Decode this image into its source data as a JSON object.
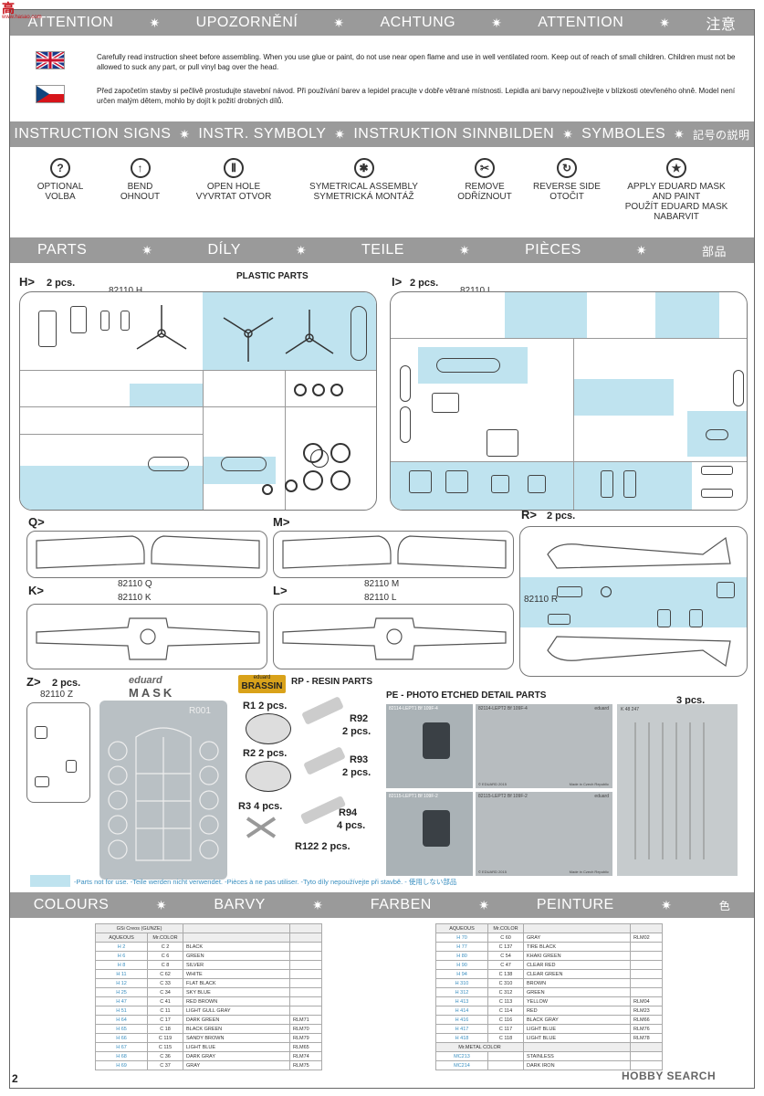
{
  "logo": {
    "text": "高",
    "sub": "www.hasao.com"
  },
  "attention_band": [
    "ATTENTION",
    "UPOZORNĚNÍ",
    "ACHTUNG",
    "ATTENTION",
    "注意"
  ],
  "warnings": {
    "en": "Carefully read instruction sheet before assembling. When you use glue or paint, do not use near open flame and use in well ventilated room. Keep out of reach of small children. Children must not be allowed to suck any part, or pull vinyl bag over the head.",
    "cz": "Před započetím stavby si pečlivě prostudujte stavební návod. Při používání barev a lepidel pracujte v dobře větrané místnosti. Lepidla ani barvy nepoužívejte v blízkosti otevřeného ohně. Model není určen malým dětem, mohlo by dojít k požití drobných dílů."
  },
  "instruction_band": [
    "INSTRUCTION SIGNS",
    "INSTR. SYMBOLY",
    "INSTRUKTION SINNBILDEN",
    "SYMBOLES",
    "記号の説明"
  ],
  "signs": [
    {
      "icon": "question-icon",
      "glyph": "?",
      "l1": "OPTIONAL",
      "l2": "VOLBA",
      "l3": "",
      "l4": ""
    },
    {
      "icon": "bend-icon",
      "glyph": "↑",
      "l1": "BEND",
      "l2": "OHNOUT",
      "l3": "",
      "l4": ""
    },
    {
      "icon": "drill-icon",
      "glyph": "⦀",
      "l1": "OPEN HOLE",
      "l2": "VYVRTAT OTVOR",
      "l3": "",
      "l4": ""
    },
    {
      "icon": "symmetric-icon",
      "glyph": "✱",
      "l1": "SYMETRICAL ASSEMBLY",
      "l2": "SYMETRICKÁ MONTÁŽ",
      "l3": "",
      "l4": ""
    },
    {
      "icon": "remove-icon",
      "glyph": "✂",
      "l1": "REMOVE",
      "l2": "ODŘÍZNOUT",
      "l3": "",
      "l4": ""
    },
    {
      "icon": "reverse-icon",
      "glyph": "↻",
      "l1": "REVERSE SIDE",
      "l2": "OTOČIT",
      "l3": "",
      "l4": ""
    },
    {
      "icon": "mask-icon",
      "glyph": "★",
      "l1": "APPLY EDUARD MASK",
      "l2": "AND PAINT",
      "l3": "POUŽÍT EDUARD MASK",
      "l4": "NABARVIT"
    }
  ],
  "parts_band": [
    "PARTS",
    "DÍLY",
    "TEILE",
    "PIÈCES",
    "部品"
  ],
  "sprues": {
    "plastic_title": "PLASTIC PARTS",
    "H": {
      "label": "H>",
      "qty": "2 pcs.",
      "code": "82110 H"
    },
    "I": {
      "label": "I>",
      "qty": "2 pcs.",
      "code": "82110 I"
    },
    "Q": {
      "label": "Q>",
      "code": "82110 Q"
    },
    "M": {
      "label": "M>",
      "code": "82110 M"
    },
    "R": {
      "label": "R>",
      "qty": "2 pcs.",
      "code": "82110 R"
    },
    "K": {
      "label": "K>",
      "code": "82110 K"
    },
    "L": {
      "label": "L>",
      "code": "82110 L"
    },
    "Z": {
      "label": "Z>",
      "qty": "2 pcs.",
      "code": "82110 Z"
    }
  },
  "mask": {
    "brand": "eduard",
    "title": "MASK",
    "code": "R001"
  },
  "resin": {
    "brand_top": "eduard",
    "brand": "BRASSIN",
    "title": "RP - RESIN PARTS",
    "items": [
      {
        "code": "R1",
        "qty": "2 pcs."
      },
      {
        "code": "R2",
        "qty": "2 pcs."
      },
      {
        "code": "R3",
        "qty": "4 pcs."
      },
      {
        "code": "R122",
        "qty": "2 pcs."
      },
      {
        "code": "R92",
        "qty": "2 pcs."
      },
      {
        "code": "R93",
        "qty": "2 pcs."
      },
      {
        "code": "R94",
        "qty": "4 pcs."
      }
    ]
  },
  "pe": {
    "title": "PE - PHOTO ETCHED DETAIL PARTS",
    "qty": "3 pcs.",
    "frets": [
      {
        "code": "82114-LEPT1",
        "name": "Bf 109F-4"
      },
      {
        "code": "82114-LEPT2",
        "name": "Bf 109F-4"
      },
      {
        "code": "82115-LEPT1",
        "name": "Bf 109F-2"
      },
      {
        "code": "82115-LEPT2",
        "name": "Bf 109F-2"
      }
    ],
    "third_code": "K 48 247",
    "fret_brand": "eduard",
    "made_in": "Made in Czech Republic",
    "copyright": "© EDUARD 2015"
  },
  "not_for_use": "-Parts not for use. -Teile werden nicht verwendet. -Pièces à ne pas utiliser. -Tyto díly nepoužívejte při stavbě. -  使用しない部品",
  "colours_band": [
    "COLOURS",
    "BARVY",
    "FARBEN",
    "PEINTURE",
    "色"
  ],
  "colours_left": {
    "title": "GSi Creos (GUNZE)",
    "headers": [
      "AQUEOUS",
      "Mr.COLOR"
    ],
    "rows": [
      [
        "H 2",
        "C 2",
        "BLACK",
        ""
      ],
      [
        "H 6",
        "C 6",
        "GREEN",
        ""
      ],
      [
        "H 8",
        "C 8",
        "SILVER",
        ""
      ],
      [
        "H 11",
        "C 62",
        "WHITE",
        ""
      ],
      [
        "H 12",
        "C 33",
        "FLAT BLACK",
        ""
      ],
      [
        "H 25",
        "C 34",
        "SKY BLUE",
        ""
      ],
      [
        "H 47",
        "C 41",
        "RED BROWN",
        ""
      ],
      [
        "H 51",
        "C 11",
        "LIGHT GULL GRAY",
        ""
      ],
      [
        "H 64",
        "C 17",
        "DARK GREEN",
        "RLM71"
      ],
      [
        "H 65",
        "C 18",
        "BLACK GREEN",
        "RLM70"
      ],
      [
        "H 66",
        "C 119",
        "SANDY BROWN",
        "RLM79"
      ],
      [
        "H 67",
        "C 115",
        "LIGHT BLUE",
        "RLM65"
      ],
      [
        "H 68",
        "C 36",
        "DARK GRAY",
        "RLM74"
      ],
      [
        "H 69",
        "C 37",
        "GRAY",
        "RLM75"
      ]
    ]
  },
  "colours_right": {
    "headers": [
      "AQUEOUS",
      "Mr.COLOR"
    ],
    "rows": [
      [
        "H 70",
        "C 60",
        "GRAY",
        "RLM02"
      ],
      [
        "H 77",
        "C 137",
        "TIRE BLACK",
        ""
      ],
      [
        "H 80",
        "C 54",
        "KHAKI GREEN",
        ""
      ],
      [
        "H 90",
        "C 47",
        "CLEAR RED",
        ""
      ],
      [
        "H 94",
        "C 138",
        "CLEAR GREEN",
        ""
      ],
      [
        "H 310",
        "C 310",
        "BROWN",
        ""
      ],
      [
        "H 312",
        "C 312",
        "GREEN",
        ""
      ],
      [
        "H 413",
        "C 113",
        "YELLOW",
        "RLM04"
      ],
      [
        "H 414",
        "C 114",
        "RED",
        "RLM23"
      ],
      [
        "H 416",
        "C 116",
        "BLACK GRAY",
        "RLM66"
      ],
      [
        "H 417",
        "C 117",
        "LIGHT BLUE",
        "RLM76"
      ],
      [
        "H 418",
        "C 118",
        "LIGHT BLUE",
        "RLM78"
      ]
    ],
    "metal_title": "Mr.METAL COLOR",
    "metal_rows": [
      [
        "MC213",
        "STAINLESS"
      ],
      [
        "MC214",
        "DARK IRON"
      ]
    ]
  },
  "page_number": "2",
  "watermark": "HOBBY SEARCH",
  "colors": {
    "band": "#9a9a9a",
    "highlight": "#bfe3ef",
    "aqueous": "#3a8fc0"
  }
}
